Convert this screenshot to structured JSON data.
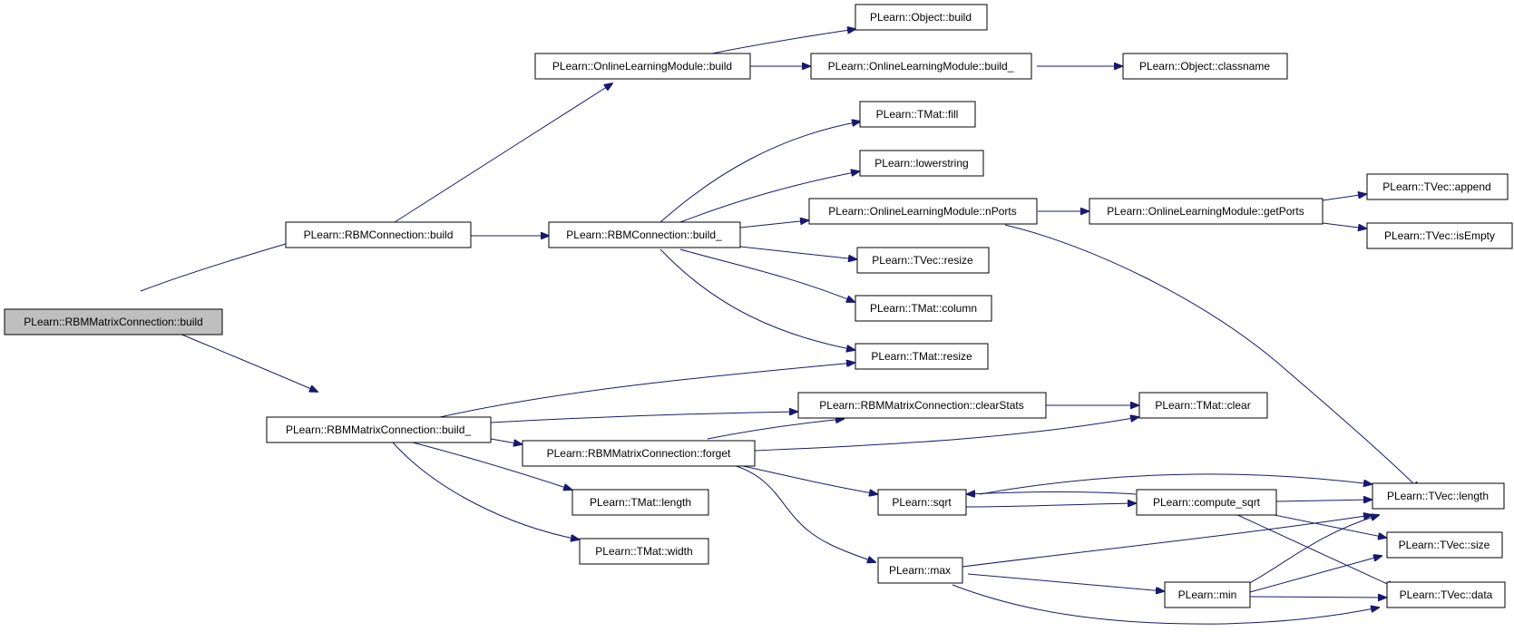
{
  "diagram": {
    "root": "PLearn::RBMMatrixConnection::build",
    "nodes": [
      {
        "id": "rbmm_build",
        "label": "PLearn::RBMMatrixConnection::build",
        "root": true
      },
      {
        "id": "rbmc_build",
        "label": "PLearn::RBMConnection::build"
      },
      {
        "id": "olm_build",
        "label": "PLearn::OnlineLearningModule::build"
      },
      {
        "id": "obj_build",
        "label": "PLearn::Object::build"
      },
      {
        "id": "olm_build_",
        "label": "PLearn::OnlineLearningModule::build_"
      },
      {
        "id": "obj_classname",
        "label": "PLearn::Object::classname"
      },
      {
        "id": "rbmc_build_",
        "label": "PLearn::RBMConnection::build_"
      },
      {
        "id": "tmat_fill",
        "label": "PLearn::TMat::fill"
      },
      {
        "id": "lowerstring",
        "label": "PLearn::lowerstring"
      },
      {
        "id": "olm_nports",
        "label": "PLearn::OnlineLearningModule::nPorts"
      },
      {
        "id": "olm_getports",
        "label": "PLearn::OnlineLearningModule::getPorts"
      },
      {
        "id": "tvec_append",
        "label": "PLearn::TVec::append"
      },
      {
        "id": "tvec_isempty",
        "label": "PLearn::TVec::isEmpty"
      },
      {
        "id": "tvec_resize",
        "label": "PLearn::TVec::resize"
      },
      {
        "id": "tmat_column",
        "label": "PLearn::TMat::column"
      },
      {
        "id": "tmat_resize",
        "label": "PLearn::TMat::resize"
      },
      {
        "id": "rbmm_build_",
        "label": "PLearn::RBMMatrixConnection::build_"
      },
      {
        "id": "rbmm_clearstats",
        "label": "PLearn::RBMMatrixConnection::clearStats"
      },
      {
        "id": "tmat_clear",
        "label": "PLearn::TMat::clear"
      },
      {
        "id": "rbmm_forget",
        "label": "PLearn::RBMMatrixConnection::forget"
      },
      {
        "id": "tmat_length",
        "label": "PLearn::TMat::length"
      },
      {
        "id": "tmat_width",
        "label": "PLearn::TMat::width"
      },
      {
        "id": "sqrt",
        "label": "PLearn::sqrt"
      },
      {
        "id": "compute_sqrt",
        "label": "PLearn::compute_sqrt"
      },
      {
        "id": "tvec_length",
        "label": "PLearn::TVec::length"
      },
      {
        "id": "tvec_size",
        "label": "PLearn::TVec::size"
      },
      {
        "id": "max",
        "label": "PLearn::max"
      },
      {
        "id": "min",
        "label": "PLearn::min"
      },
      {
        "id": "tvec_data",
        "label": "PLearn::TVec::data"
      }
    ],
    "edges": [
      [
        "rbmm_build",
        "rbmc_build"
      ],
      [
        "rbmm_build",
        "rbmm_build_"
      ],
      [
        "rbmc_build",
        "olm_build"
      ],
      [
        "rbmc_build",
        "rbmc_build_"
      ],
      [
        "olm_build",
        "obj_build"
      ],
      [
        "olm_build",
        "olm_build_"
      ],
      [
        "olm_build_",
        "obj_classname"
      ],
      [
        "rbmc_build_",
        "tmat_fill"
      ],
      [
        "rbmc_build_",
        "lowerstring"
      ],
      [
        "rbmc_build_",
        "olm_nports"
      ],
      [
        "rbmc_build_",
        "tvec_resize"
      ],
      [
        "rbmc_build_",
        "tmat_column"
      ],
      [
        "rbmc_build_",
        "tmat_resize"
      ],
      [
        "olm_nports",
        "olm_getports"
      ],
      [
        "olm_nports",
        "tvec_length"
      ],
      [
        "olm_getports",
        "tvec_append"
      ],
      [
        "olm_getports",
        "tvec_isempty"
      ],
      [
        "rbmm_build_",
        "tmat_resize"
      ],
      [
        "rbmm_build_",
        "rbmm_clearstats"
      ],
      [
        "rbmm_build_",
        "rbmm_forget"
      ],
      [
        "rbmm_build_",
        "tmat_length"
      ],
      [
        "rbmm_build_",
        "tmat_width"
      ],
      [
        "rbmm_clearstats",
        "tmat_clear"
      ],
      [
        "rbmm_forget",
        "rbmm_clearstats"
      ],
      [
        "rbmm_forget",
        "tmat_clear"
      ],
      [
        "rbmm_forget",
        "sqrt"
      ],
      [
        "rbmm_forget",
        "max"
      ],
      [
        "sqrt",
        "compute_sqrt"
      ],
      [
        "sqrt",
        "tvec_length"
      ],
      [
        "compute_sqrt",
        "sqrt"
      ],
      [
        "compute_sqrt",
        "tvec_length"
      ],
      [
        "compute_sqrt",
        "tvec_size"
      ],
      [
        "compute_sqrt",
        "tvec_data"
      ],
      [
        "max",
        "tvec_length"
      ],
      [
        "max",
        "min"
      ],
      [
        "max",
        "tvec_data"
      ],
      [
        "min",
        "tvec_length"
      ],
      [
        "min",
        "tvec_size"
      ],
      [
        "min",
        "tvec_data"
      ]
    ]
  }
}
